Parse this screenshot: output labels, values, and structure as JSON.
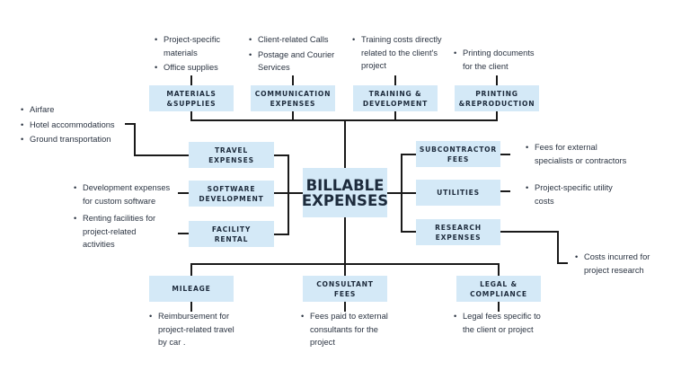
{
  "center": {
    "label": "BILLABLE\nEXPENSES"
  },
  "categories": {
    "materials": {
      "label": "MATERIALS\n&SUPPLIES",
      "notes": [
        "Project-specific materials",
        "Office supplies"
      ]
    },
    "communication": {
      "label": "COMMUNICATION\nEXPENSES",
      "notes": [
        "Client-related Calls",
        "Postage and Courier Services"
      ]
    },
    "training": {
      "label": "TRAINING &\nDEVELOPMENT",
      "notes": [
        "Training costs directly related to the client's project"
      ]
    },
    "printing": {
      "label": "PRINTING\n&REPRODUCTION",
      "notes": [
        "Printing documents for the client"
      ]
    },
    "travel": {
      "label": "TRAVEL\nEXPENSES",
      "notes": [
        "Airfare",
        "Hotel accommodations",
        "Ground transportation"
      ]
    },
    "software": {
      "label": "SOFTWARE\nDEVELOPMENT",
      "notes": [
        "Development expenses for custom software"
      ]
    },
    "facility": {
      "label": "FACILITY\nRENTAL",
      "notes": [
        "Renting facilities for project-related activities"
      ]
    },
    "subcontractor": {
      "label": "SUBCONTRACTOR\nFEES",
      "notes": [
        "Fees for external specialists or contractors"
      ]
    },
    "utilities": {
      "label": "UTILITIES",
      "notes": [
        "Project-specific utility costs"
      ]
    },
    "research": {
      "label": "RESEARCH\nEXPENSES",
      "notes": [
        "Costs incurred for project research"
      ]
    },
    "mileage": {
      "label": "MILEAGE",
      "notes": [
        "Reimbursement for project-related travel by car ."
      ]
    },
    "consultant": {
      "label": "CONSULTANT\nFEES",
      "notes": [
        "Fees paid to external consultants for the project"
      ]
    },
    "legal": {
      "label": "LEGAL &\nCOMPLIANCE",
      "notes": [
        "Legal fees specific to the client or project"
      ]
    }
  },
  "colors": {
    "box_fill": "#d4e9f7",
    "line": "#1a1a1a",
    "text": "#1d2b3c"
  }
}
